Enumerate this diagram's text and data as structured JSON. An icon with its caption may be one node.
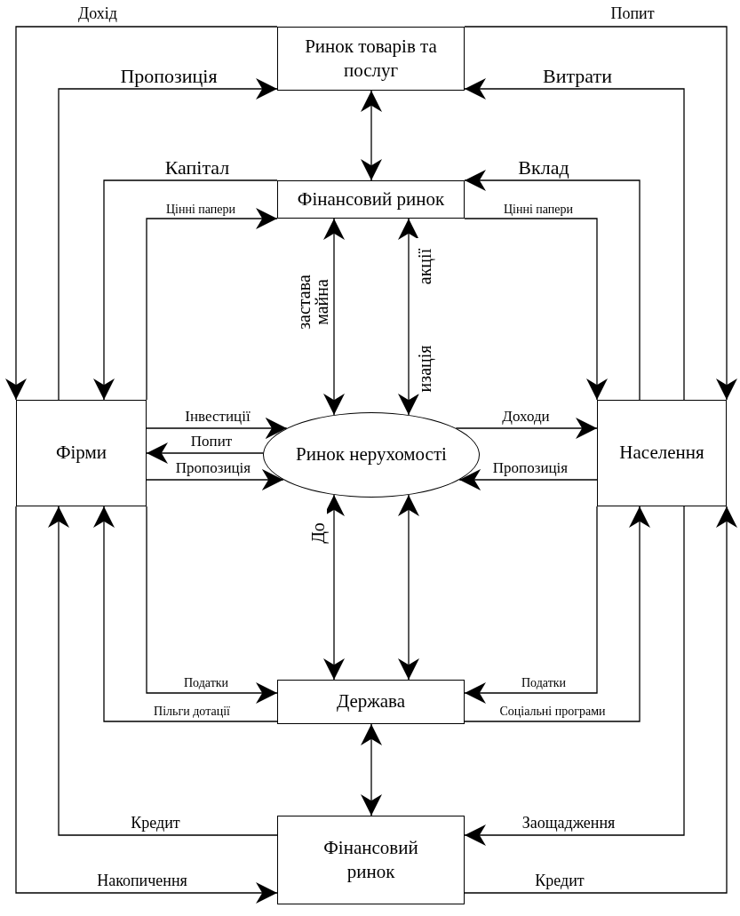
{
  "diagram": {
    "nodes": [
      {
        "text": [
          "Ринок товарів та послуг"
        ]
      },
      {
        "text": [
          "Фінансовий ринок"
        ]
      },
      {
        "text": [
          "Фірми"
        ]
      },
      {
        "text": [
          "Ринок нерухомості"
        ]
      },
      {
        "text": [
          "Населення"
        ]
      },
      {
        "text": [
          "Держава"
        ]
      },
      {
        "text": [
          "Фінансовий ринок"
        ]
      }
    ],
    "edges": [
      {
        "from": 0,
        "to": 2,
        "arrow": "to",
        "label": "Дохід"
      },
      {
        "from": 0,
        "to": 4,
        "arrow": "to",
        "label": "Попит"
      },
      {
        "from": 2,
        "to": 0,
        "arrow": "to",
        "label": "Пропозиція"
      },
      {
        "from": 4,
        "to": 0,
        "arrow": "to",
        "label": "Витрати"
      },
      {
        "from": 0,
        "to": 1,
        "arrow": "both"
      },
      {
        "from": 1,
        "to": 2,
        "arrow": "to",
        "label": "Капітал"
      },
      {
        "from": 4,
        "to": 1,
        "arrow": "to",
        "label": "Вклад"
      },
      {
        "from": 2,
        "to": 1,
        "arrow": "to",
        "label": "Цінні папери"
      },
      {
        "from": 1,
        "to": 4,
        "arrow": "to",
        "label": "Цінні папери"
      },
      {
        "from": 1,
        "to": 3,
        "arrow": "both",
        "label": "застава майна"
      },
      {
        "from": 1,
        "to": 3,
        "arrow": "both",
        "label": "акції"
      },
      {
        "from": 2,
        "to": 3,
        "arrow": "to",
        "label": "Інвестиції"
      },
      {
        "from": 3,
        "to": 2,
        "arrow": "to",
        "label": "Попит"
      },
      {
        "from": 2,
        "to": 3,
        "arrow": "to",
        "label": "Пропозиція"
      },
      {
        "from": 3,
        "to": 4,
        "arrow": "to",
        "label": "Доходи"
      },
      {
        "from": 4,
        "to": 3,
        "arrow": "to",
        "label": "Пропозиція"
      },
      {
        "from": 3,
        "to": 5,
        "arrow": "both",
        "label": "До"
      },
      {
        "from": 3,
        "to": 5,
        "arrow": "both"
      },
      {
        "from": 2,
        "to": 5,
        "arrow": "to",
        "label": "Податки"
      },
      {
        "from": 5,
        "to": 2,
        "arrow": "to",
        "label": "Пільги дотації"
      },
      {
        "from": 4,
        "to": 5,
        "arrow": "to",
        "label": "Податки"
      },
      {
        "from": 5,
        "to": 4,
        "arrow": "to",
        "label": "Соціальні програми"
      },
      {
        "from": 5,
        "to": 6,
        "arrow": "both"
      },
      {
        "from": 6,
        "to": 2,
        "arrow": "to",
        "label": "Кредит"
      },
      {
        "from": 4,
        "to": 6,
        "arrow": "to",
        "label": "Заощадження"
      },
      {
        "from": 2,
        "to": 6,
        "arrow": "to",
        "label": "Накопичення"
      },
      {
        "from": 6,
        "to": 4,
        "arrow": "to",
        "label": "Кредит"
      }
    ],
    "labels": [
      "изація"
    ]
  }
}
